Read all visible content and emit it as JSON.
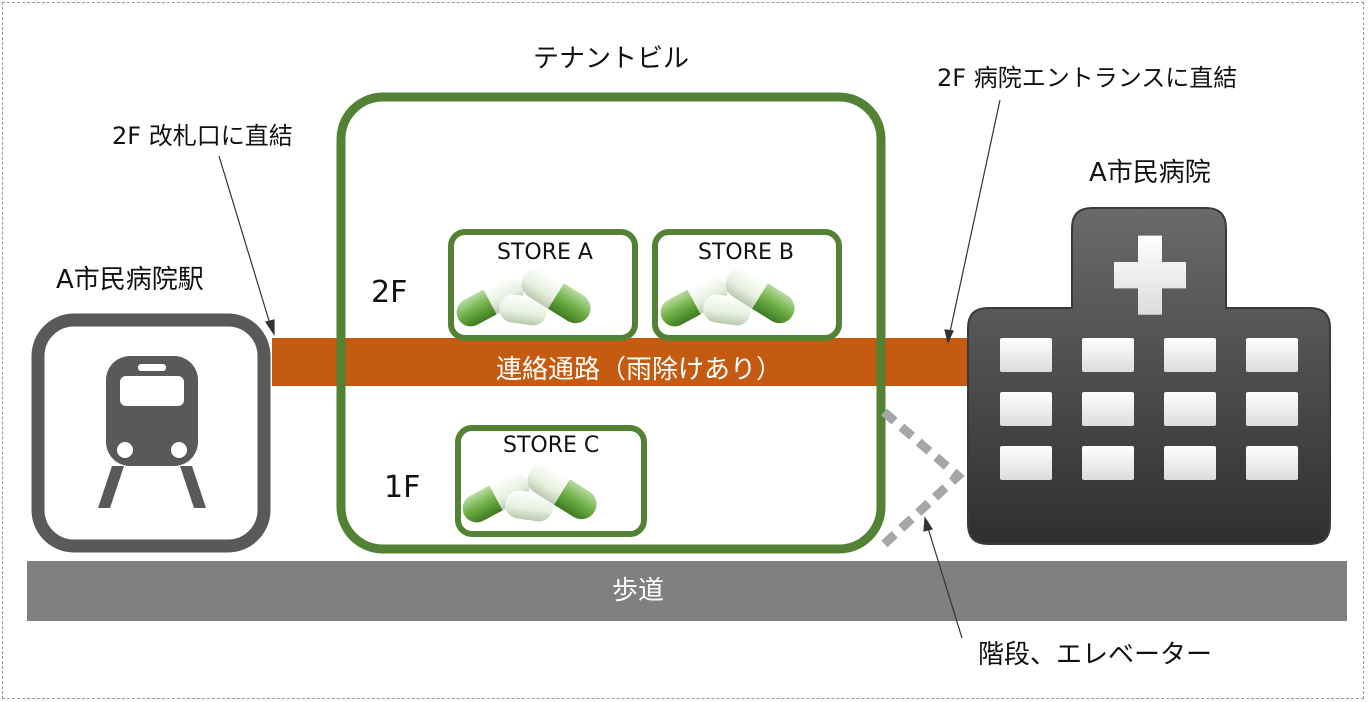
{
  "building": {
    "title": "テナントビル"
  },
  "station": {
    "name": "A市民病院駅",
    "connection_note": "2F 改札口に直結"
  },
  "hospital": {
    "name": "A市民病院",
    "connection_note": "2F 病院エントランスに直結"
  },
  "floors": {
    "upper": "2F",
    "lower": "1F"
  },
  "stores": [
    {
      "name": "STORE A"
    },
    {
      "name": "STORE B"
    },
    {
      "name": "STORE C"
    }
  ],
  "corridor": {
    "label": "連絡通路（雨除けあり）"
  },
  "sidewalk": {
    "label": "歩道"
  },
  "stairs": {
    "label": "階段、エレベーター"
  },
  "colors": {
    "building_outline": "#548235",
    "corridor": "#c55a11",
    "sidewalk": "#808080",
    "icon_gray": "#595959",
    "stairs_dots": "#a6a6a6"
  }
}
